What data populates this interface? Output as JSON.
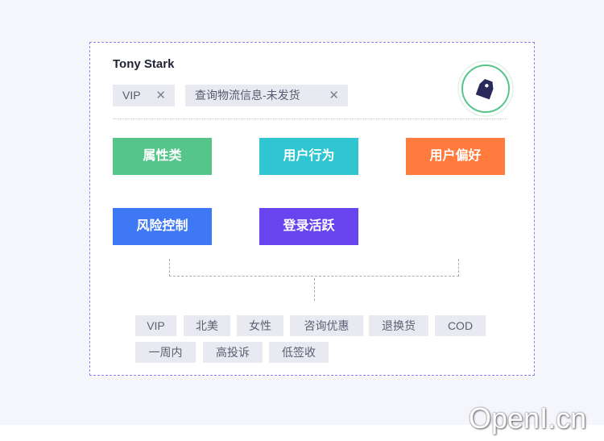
{
  "profile": {
    "name": "Tony Stark",
    "chips": [
      {
        "label": "VIP",
        "remove": "✕"
      },
      {
        "label": "查询物流信息-未发货",
        "remove": "✕"
      }
    ]
  },
  "categories": [
    {
      "label": "属性类",
      "color": "#55c58a"
    },
    {
      "label": "用户行为",
      "color": "#2fc6d2"
    },
    {
      "label": "用户偏好",
      "color": "#ff7a3d"
    },
    {
      "label": "风险控制",
      "color": "#3f78f5"
    },
    {
      "label": "登录活跃",
      "color": "#6744ee"
    }
  ],
  "tags": [
    "VIP",
    "北美",
    "女性",
    "咨询优惠",
    "退换货",
    "COD",
    "一周内",
    "高投诉",
    "低签收"
  ],
  "badge": {
    "icon": "tag-icon",
    "ring_color": "#55c58a",
    "icon_color": "#2a2a5a"
  },
  "watermark": "OpenI.cn"
}
